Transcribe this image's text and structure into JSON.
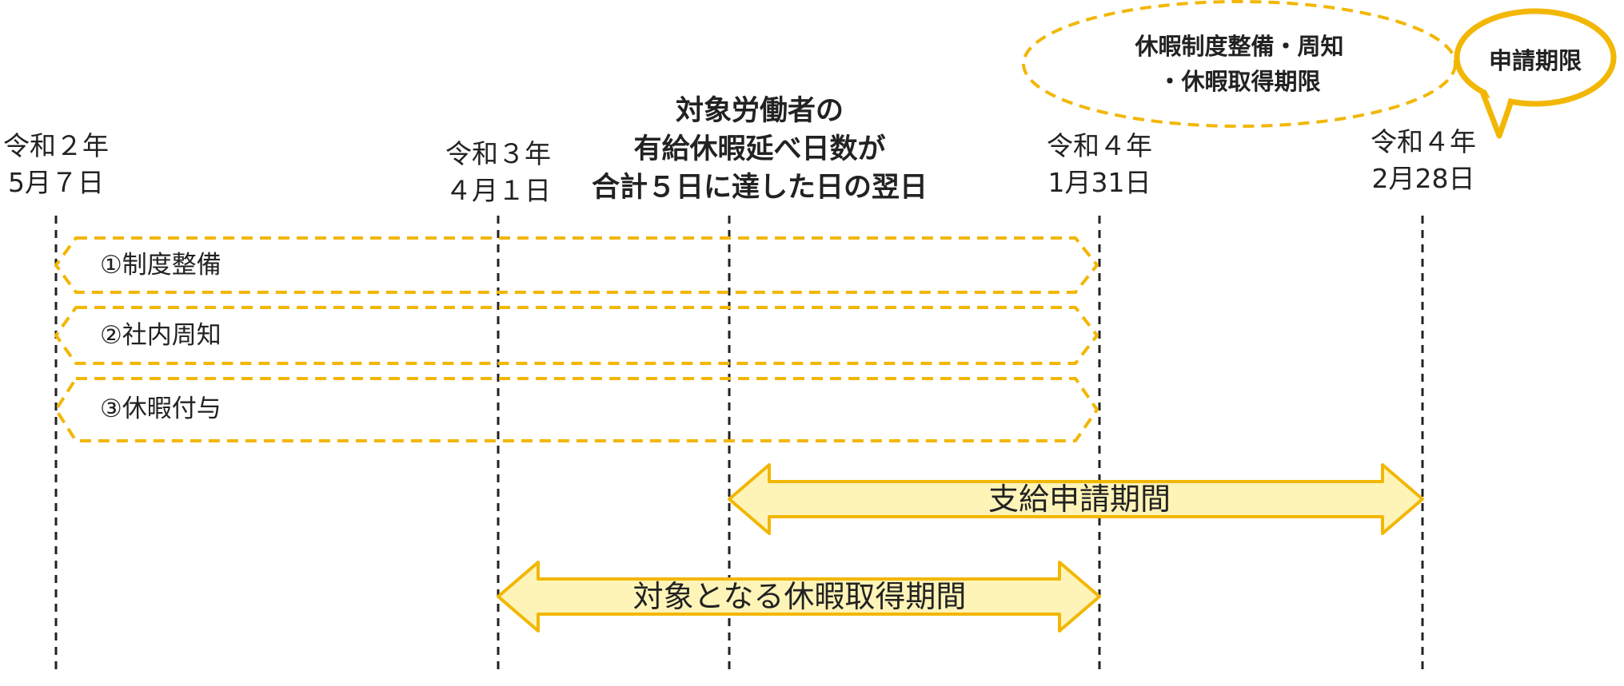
{
  "dates": [
    {
      "line1": "令和２年",
      "line2": "5月７日"
    },
    {
      "line1": "令和３年",
      "line2": "４月１日"
    },
    {
      "line1": "令和４年",
      "line2": "1月31日"
    },
    {
      "line1": "令和４年",
      "line2": "2月28日"
    }
  ],
  "center_label": {
    "line1": "対象労働者の",
    "line2": "有給休暇延べ日数が",
    "line3": "合計５日に達した日の翌日"
  },
  "bubbles": {
    "deadline1_line1": "休暇制度整備・周知",
    "deadline1_line2": "・休暇取得期限",
    "deadline2": "申請期限"
  },
  "rows": [
    {
      "label": "①制度整備"
    },
    {
      "label": "②社内周知"
    },
    {
      "label": "③休暇付与"
    }
  ],
  "bars": {
    "application_period": "支給申請期間",
    "leave_period": "対象となる休暇取得期間"
  },
  "colors": {
    "accent": "#F2B705",
    "bar_fill": "#FFF4B8",
    "line": "#222222"
  }
}
